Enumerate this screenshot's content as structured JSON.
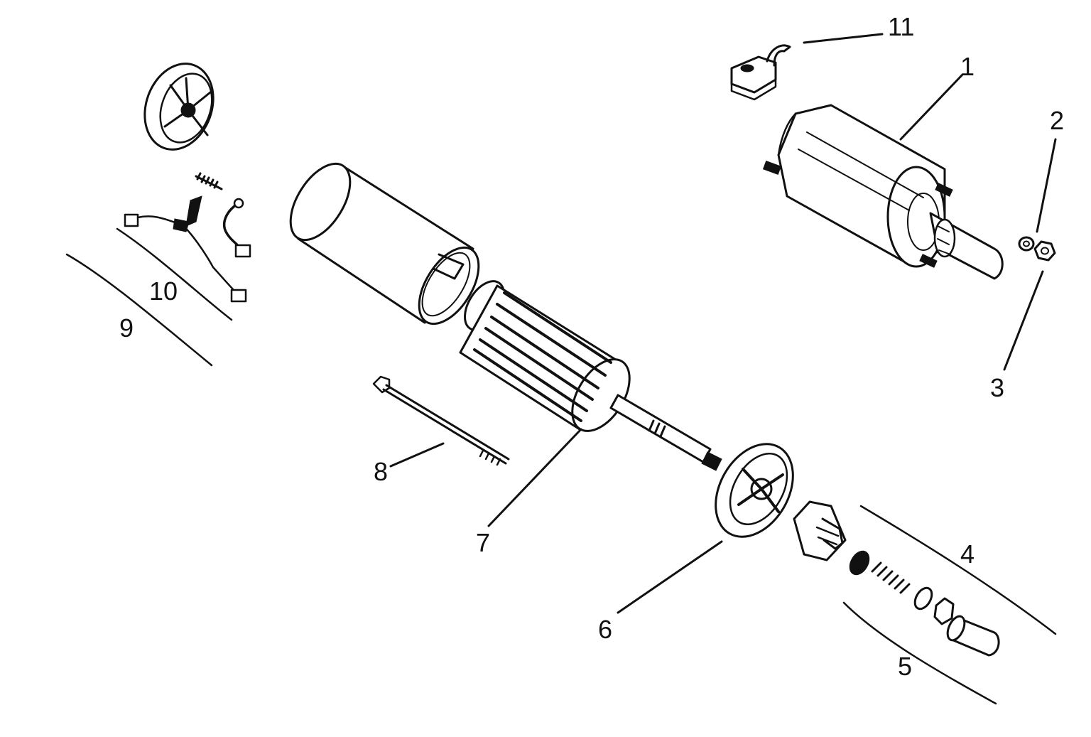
{
  "diagram": {
    "colors": {
      "ink": "#111111",
      "paper": "#ffffff"
    },
    "callouts": [
      {
        "id": "1",
        "text": "1"
      },
      {
        "id": "2",
        "text": "2"
      },
      {
        "id": "3",
        "text": "3"
      },
      {
        "id": "4",
        "text": "4"
      },
      {
        "id": "5",
        "text": "5"
      },
      {
        "id": "6",
        "text": "6"
      },
      {
        "id": "7",
        "text": "7"
      },
      {
        "id": "8",
        "text": "8"
      },
      {
        "id": "9",
        "text": "9"
      },
      {
        "id": "10",
        "text": "10"
      },
      {
        "id": "11",
        "text": "11"
      }
    ]
  }
}
